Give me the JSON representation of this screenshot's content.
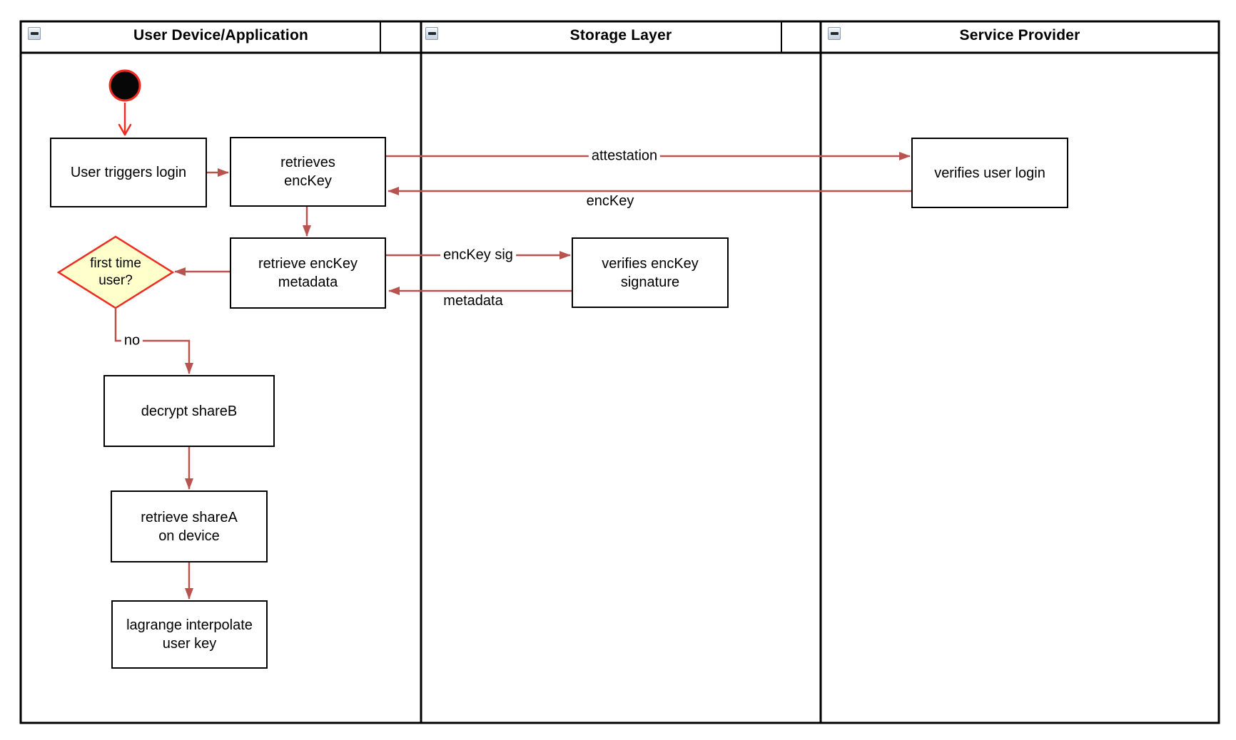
{
  "colors": {
    "brick_arrow": "#b85450",
    "bright_red": "#ec2d1f",
    "decision_fill": "#ffffcc",
    "node_border": "#000000",
    "lane_border": "#000000",
    "background": "#ffffff"
  },
  "lanes": [
    {
      "title": "User Device/Application",
      "collapse_icon": "minus"
    },
    {
      "title": "Storage Layer",
      "collapse_icon": "minus"
    },
    {
      "title": "Service Provider",
      "collapse_icon": "minus"
    }
  ],
  "nodes": {
    "user_triggers_login": {
      "label": "User triggers login"
    },
    "retrieves_enckey": {
      "line1": "retrieves",
      "line2": "encKey"
    },
    "retrieve_enckey_metadata": {
      "line1": "retrieve encKey",
      "line2": "metadata"
    },
    "first_time_user": {
      "line1": "first time",
      "line2": "user?"
    },
    "decrypt_shareb": {
      "label": "decrypt shareB"
    },
    "retrieve_sharea": {
      "line1": "retrieve shareA",
      "line2": "on device"
    },
    "lagrange_interpolate": {
      "line1": "lagrange interpolate",
      "line2": "user key"
    },
    "verifies_enckey_signature": {
      "line1": "verifies encKey",
      "line2": "signature"
    },
    "verifies_user_login": {
      "label": "verifies user login"
    }
  },
  "edge_labels": {
    "attestation": "attestation",
    "enckey": "encKey",
    "enckey_sig": "encKey sig",
    "metadata": "metadata",
    "no": "no"
  }
}
